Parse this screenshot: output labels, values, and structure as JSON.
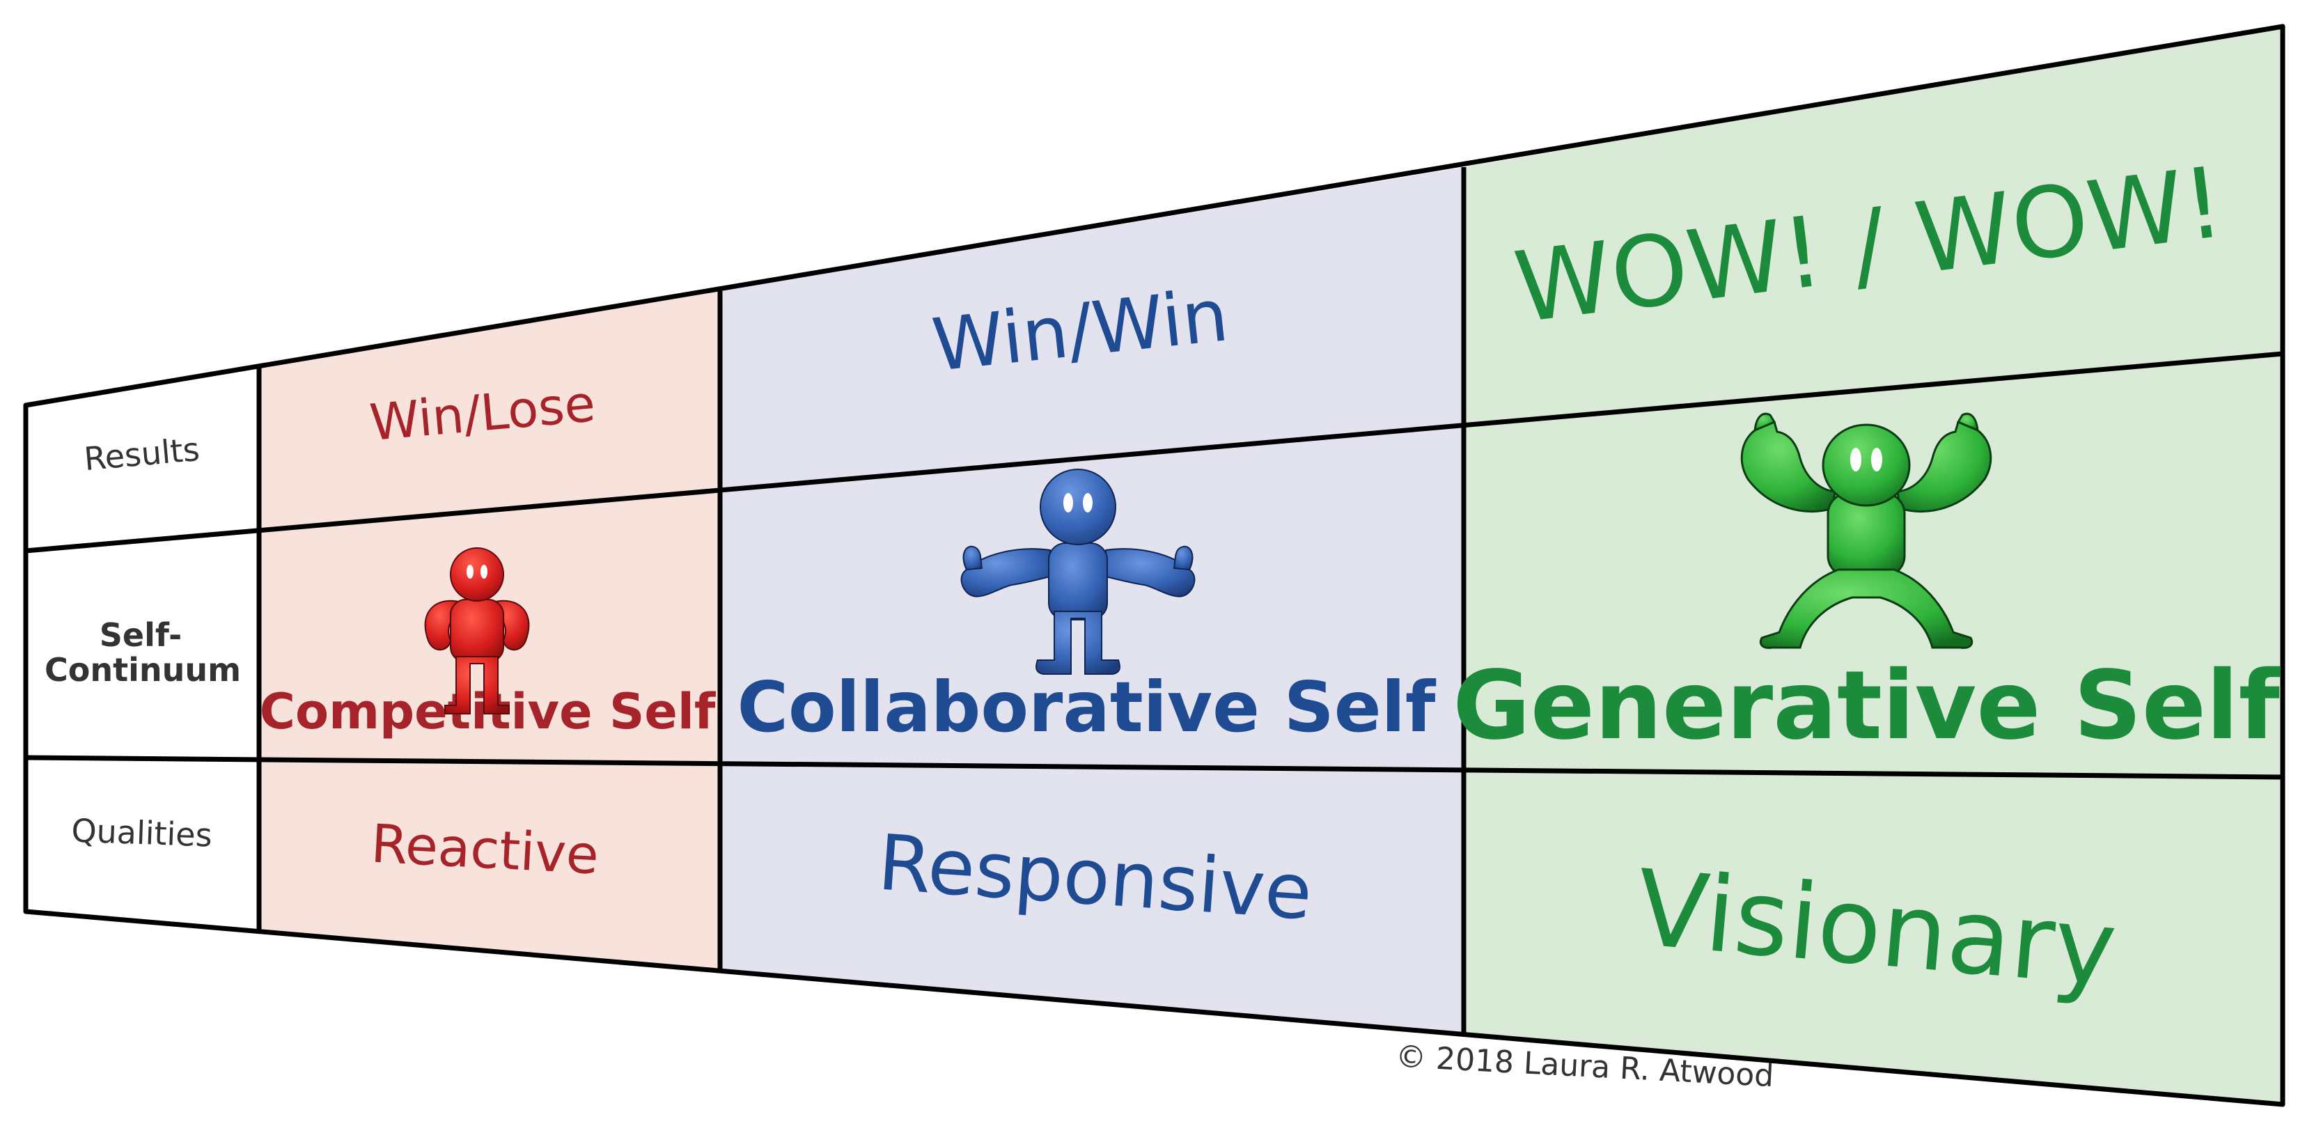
{
  "row_labels": {
    "results": "Results",
    "self_line1": "Self-",
    "self_line2": "Continuum",
    "qualities": "Qualities"
  },
  "columns": [
    {
      "key": "competitive",
      "results": "Win/Lose",
      "self": "Competitive Self",
      "qualities": "Reactive",
      "figure": "red-competitive-figure-icon",
      "color": "#a6232a",
      "fill": "#f7e3dc"
    },
    {
      "key": "collaborative",
      "results": "Win/Win",
      "self": "Collaborative Self",
      "qualities": "Responsive",
      "figure": "blue-collaborative-figure-icon",
      "color": "#1f4b93",
      "fill": "#e3e3f0"
    },
    {
      "key": "generative",
      "results": "WOW! / WOW!",
      "self": "Generative Self",
      "qualities": "Visionary",
      "figure": "green-generative-figure-icon",
      "color": "#1c8b3c",
      "fill": "#d9ead6"
    }
  ],
  "copyright": "© 2018 Laura R. Atwood"
}
